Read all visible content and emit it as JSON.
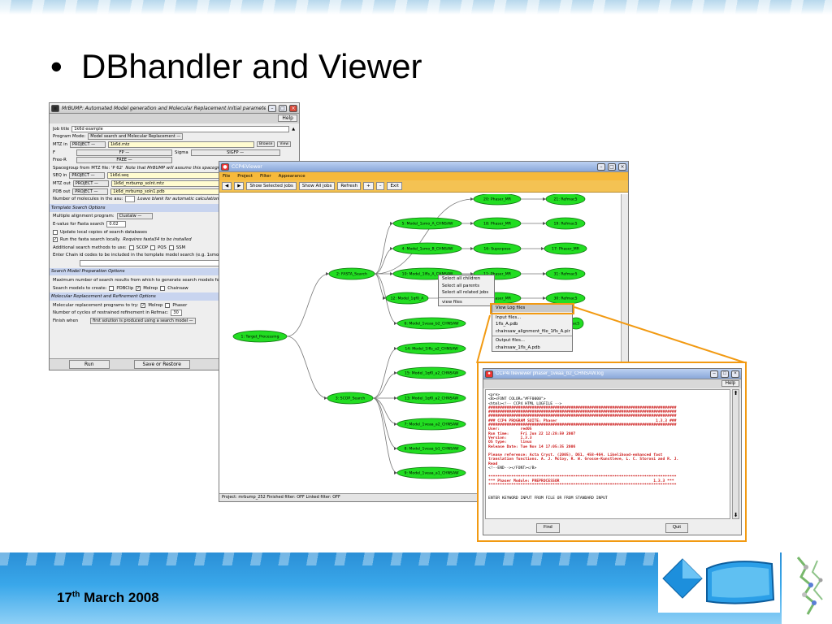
{
  "slide": {
    "title": "DBhandler and Viewer",
    "footer_day": "17",
    "footer_suffix": "th",
    "footer_rest": " March 2008"
  },
  "mrbump": {
    "title": "MrBUMP: Automated Model generation and Molecular Replacement Initial parameters fr...",
    "help": "Help",
    "job_title_label": "Job title",
    "job_title_value": "1k6d example",
    "program_mode_label": "Program Mode:",
    "program_mode_value": "Model search and Molecular Replacement",
    "mtz_in_label": "MTZ in",
    "project": "PROJECT",
    "mtz_in_file": "1k6d.mtz",
    "browse": "Browse",
    "view": "View",
    "f_label": "F",
    "f_value": "FP",
    "sigma_label": "Sigma",
    "sigma_value": "SIGFP",
    "freer_label": "Free-R",
    "freer_value": "FREE",
    "spacegroup_text": "Spacegroup from MTZ file: 'P 62'",
    "spacegroup_note": "Note that MrBUMP will assume this spacegroup",
    "seq_in_label": "SEQ in",
    "seq_file": "1k6d.seq",
    "mtz_out_label": "MTZ out",
    "mtz_out_file": "1k6d_mrbump_solnt.mtz",
    "pdb_out_label": "PDB out",
    "pdb_out_file": "1k6d_mrbump_soln1.pdb",
    "molecules_label": "Number of molecules in the asu:",
    "molecules_note": "Leave blank for automatic calculation",
    "template_section": "Template Search Options",
    "mult_align_label": "Multiple alignment program:",
    "mult_align_value": "Clustalw",
    "evalue_label": "E-value for Fasta search",
    "evalue_value": "0.02",
    "update_local": "Update local copies of search databases",
    "run_fasta": "Run the fasta search locally.",
    "run_fasta_note": "Requires fasta34 to be installed",
    "additional_methods": "Additional search methods to use:",
    "scop": "SCOP",
    "pqs": "PQS",
    "ssm": "SSM",
    "chain_ids": "Enter Chain id codes to be included in the template model search (e.g. 1smo_A",
    "e_button": "E",
    "model_prep_section": "Search Model Preparation Options",
    "max_results": "Maximum number of search results from which to generate search models fo",
    "models_create_label": "Search models to create:",
    "pdbclip": "PDBClip",
    "molrep": "Molrep",
    "chainsaw": "Chainsaw",
    "mr_section": "Molecular Replacement and Refinement Options",
    "mr_programs_label": "Molecular replacement programs to try:",
    "phaser": "Phaser",
    "cycles_label": "Number of cycles of restrained refinement in Refmac:",
    "cycles_value": "30",
    "finish_label": "Finish when",
    "finish_value": "first solution is produced using a search model",
    "run": "Run",
    "save_restore": "Save or Restore"
  },
  "viewer": {
    "title": "CCP4iViewer",
    "menu": [
      "File",
      "Project",
      "Filter",
      "Appearance"
    ],
    "toolbar": [
      "Show Selected jobs",
      "Show All jobs",
      "Refresh",
      "+",
      "–",
      "Exit"
    ],
    "status": "Project: mrbump_252    Finished filter: OFF    Linked filter: OFF",
    "nodes": [
      "1: Target_Processing",
      "2: FASTA_Search",
      "3: SCOP_Search",
      "4: Model_1smo_B_CHNSAW",
      "5: Model_1smo_A_CHNSAW",
      "10: Model_1lfls_A_CHNSAW",
      "12: Model_1qf0_A",
      "6: Model_1veaa_b2_CHNSAW",
      "14: Model_1lfls_a2_CHNSAW",
      "15: Model_1qf0_a2_CHNSAW",
      "13: Model_1qf0_a2_CHNSAW",
      "7: Model_1veaa_a2_CHNSAW",
      "8: Model_1veaa_b1_CHNSAW",
      "9: Model_1veaa_a1_CHNSAW",
      "20: Phaser_MR",
      "18: Phaser_MR",
      "16: Superpose",
      "11: Phaser_MR",
      "19: Phaser_MR",
      "21: Refmac5",
      "19: Refmac5",
      "17: Phaser_MR",
      "31: Refmac5",
      "30: Refmac5",
      "ac5"
    ],
    "context_menu": [
      "Select all children",
      "Select all parents",
      "Select all related jobs",
      "view files"
    ],
    "file_menu": [
      "View Log files",
      "Input files...",
      "1fls_A.pdb",
      "chainsaw_alignment_file_1fls_A.pir",
      "Output files...",
      "chainsaw_1fls_A.pdb"
    ]
  },
  "logviewer": {
    "title": "CCP4i fileviewer phaser_1veaa_b2_CHNSAW.log",
    "help": "Help",
    "lines_black1": [
      "<pre>",
      "<B><FONT COLOR=\"#FF0000\">",
      "<html><!-- CCP4 HTML LOGFILE -->"
    ],
    "lines_red": [
      "##################################################################################",
      "##################################################################################",
      "##################################################################################",
      "### CCP4 PROGRAM SUITE: Phaser                                           1.3.3 ###",
      "##################################################################################",
      "User:         red05",
      "Run time:     Fri Jun 22 12:28:59 2007",
      "Version:      1.3.3",
      "OS type:      linux",
      "Release Date: Tue Nov 14 17:05:35 2006",
      "",
      "Please reference: Acta Cryst. (2005). D61, 458-464. Likelihood-enhanced fast",
      "translation functions. A. J. McCoy, R. W. Grosse-Kunstleve, L. C. Storoni and R. J.",
      "Read"
    ],
    "lines_black2": [
      "<!--END--></FONT></B>"
    ],
    "lines_red2": [
      "",
      "**********************************************************************************",
      "*** Phaser Module: PREPROCESSOR                                         1.3.3 ***",
      "**********************************************************************************"
    ],
    "lines_black3": [
      "",
      "",
      "ENTER KEYWORD INPUT FROM FILE OR FROM STANDARD INPUT"
    ],
    "find": "Find",
    "quit": "Quit"
  },
  "colors": {
    "node_fill": "#22dd22",
    "accent_orange": "#f29a12",
    "viewer_menubar": "#f6b93b"
  }
}
